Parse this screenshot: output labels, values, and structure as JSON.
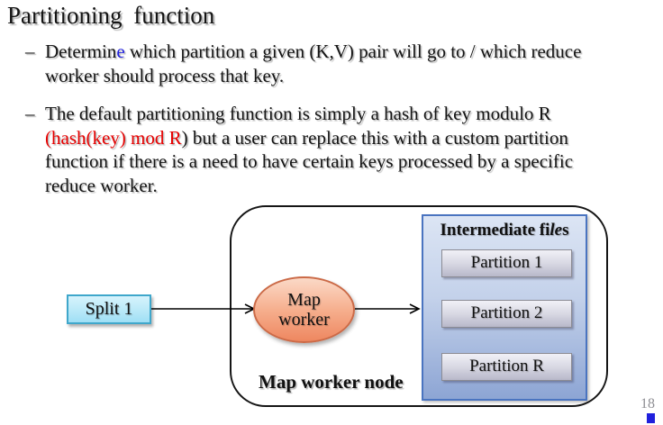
{
  "slide": {
    "title": "Partitioning function",
    "page_number": "18"
  },
  "bullets": [
    {
      "marker": "–",
      "runs": [
        {
          "text": "Determin",
          "style": "normal"
        },
        {
          "text": "e",
          "style": "blue"
        },
        {
          "text": " which partition a given (K,V) pair will go to / which reduce",
          "style": "normal"
        },
        {
          "style": "break"
        },
        {
          "text": "worker should process that key.",
          "style": "normal"
        }
      ]
    },
    {
      "marker": "–",
      "runs": [
        {
          "text": "The default partitioning function is simply a hash of key modulo R",
          "style": "normal"
        },
        {
          "style": "break"
        },
        {
          "text": "(hash(key) mod R",
          "style": "red"
        },
        {
          "text": ") but a user can replace this with a custom partition",
          "style": "normal"
        },
        {
          "style": "break"
        },
        {
          "text": "function if there is a need to have certain keys processed by a specific",
          "style": "normal"
        },
        {
          "style": "break"
        },
        {
          "text": "reduce worker.",
          "style": "normal"
        }
      ]
    }
  ],
  "diagram": {
    "split_box": {
      "label": "Split 1"
    },
    "map_worker": {
      "line1": "Map",
      "line2": "worker"
    },
    "node_label": "Map worker node",
    "intermediate_panel": {
      "title_prefix": "Intermediate fi",
      "title_italic": "le",
      "title_suffix": "s",
      "partitions": [
        "Partition 1",
        "Partition 2",
        "Partition R"
      ]
    },
    "colors": {
      "split_fill": "#c3ecf9",
      "split_border": "#3fa7cb",
      "ellipse_fill_top": "#fbd9c7",
      "ellipse_fill_bottom": "#ee8760",
      "ellipse_border": "#cb6a47",
      "panel_fill_top": "#dce5f4",
      "panel_fill_bottom": "#8da5d4",
      "panel_border": "#4a74c0",
      "partition_fill_top": "#f1f1f7",
      "partition_fill_bottom": "#b8b8ca",
      "partition_border": "#8b8b93",
      "highlight_red": "#e60000",
      "marker_blue": "#2222dd",
      "page_number_gray": "#8e8e93",
      "corner_square_blue": "#2020dd"
    }
  }
}
